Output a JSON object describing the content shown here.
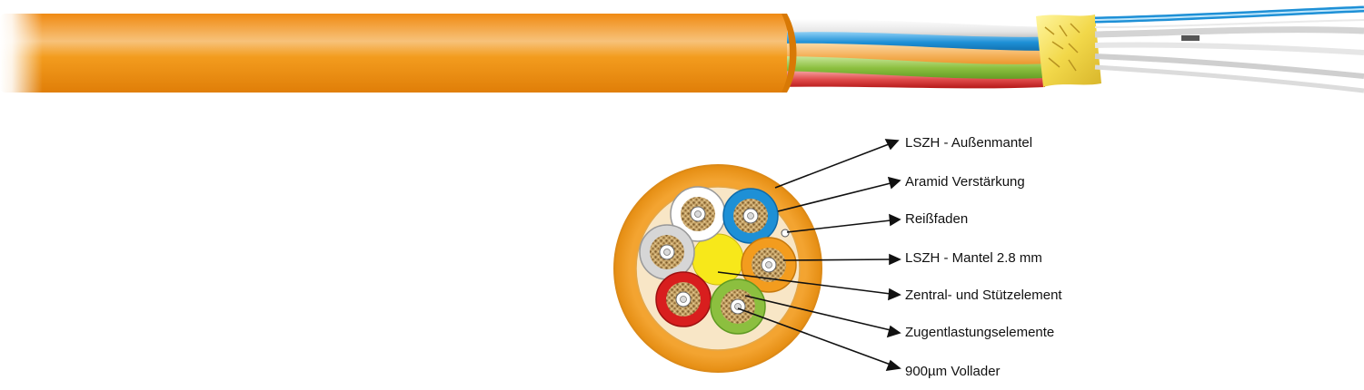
{
  "labels": {
    "outer_jacket": "LSZH - Außenmantel",
    "aramid": "Aramid Verstärkung",
    "ripcord": "Reißfaden",
    "sub_jacket": "LSZH - Mantel  2.8 mm",
    "central_element": "Zentral- und Stützelement",
    "strain_relief": "Zugentlastungselemente",
    "tight_buffer": "900µm Vollader"
  },
  "colors": {
    "outer_jacket": "#f39c1e",
    "jacket_inner": "#f5deb3",
    "aramid_yarn": "#c9a66b",
    "central_element": "#f7e81a",
    "subunits": [
      "#ffffff",
      "#1e90d6",
      "#c8c8c8",
      "#f39c1e",
      "#d81e1e",
      "#8cbf3f"
    ]
  }
}
